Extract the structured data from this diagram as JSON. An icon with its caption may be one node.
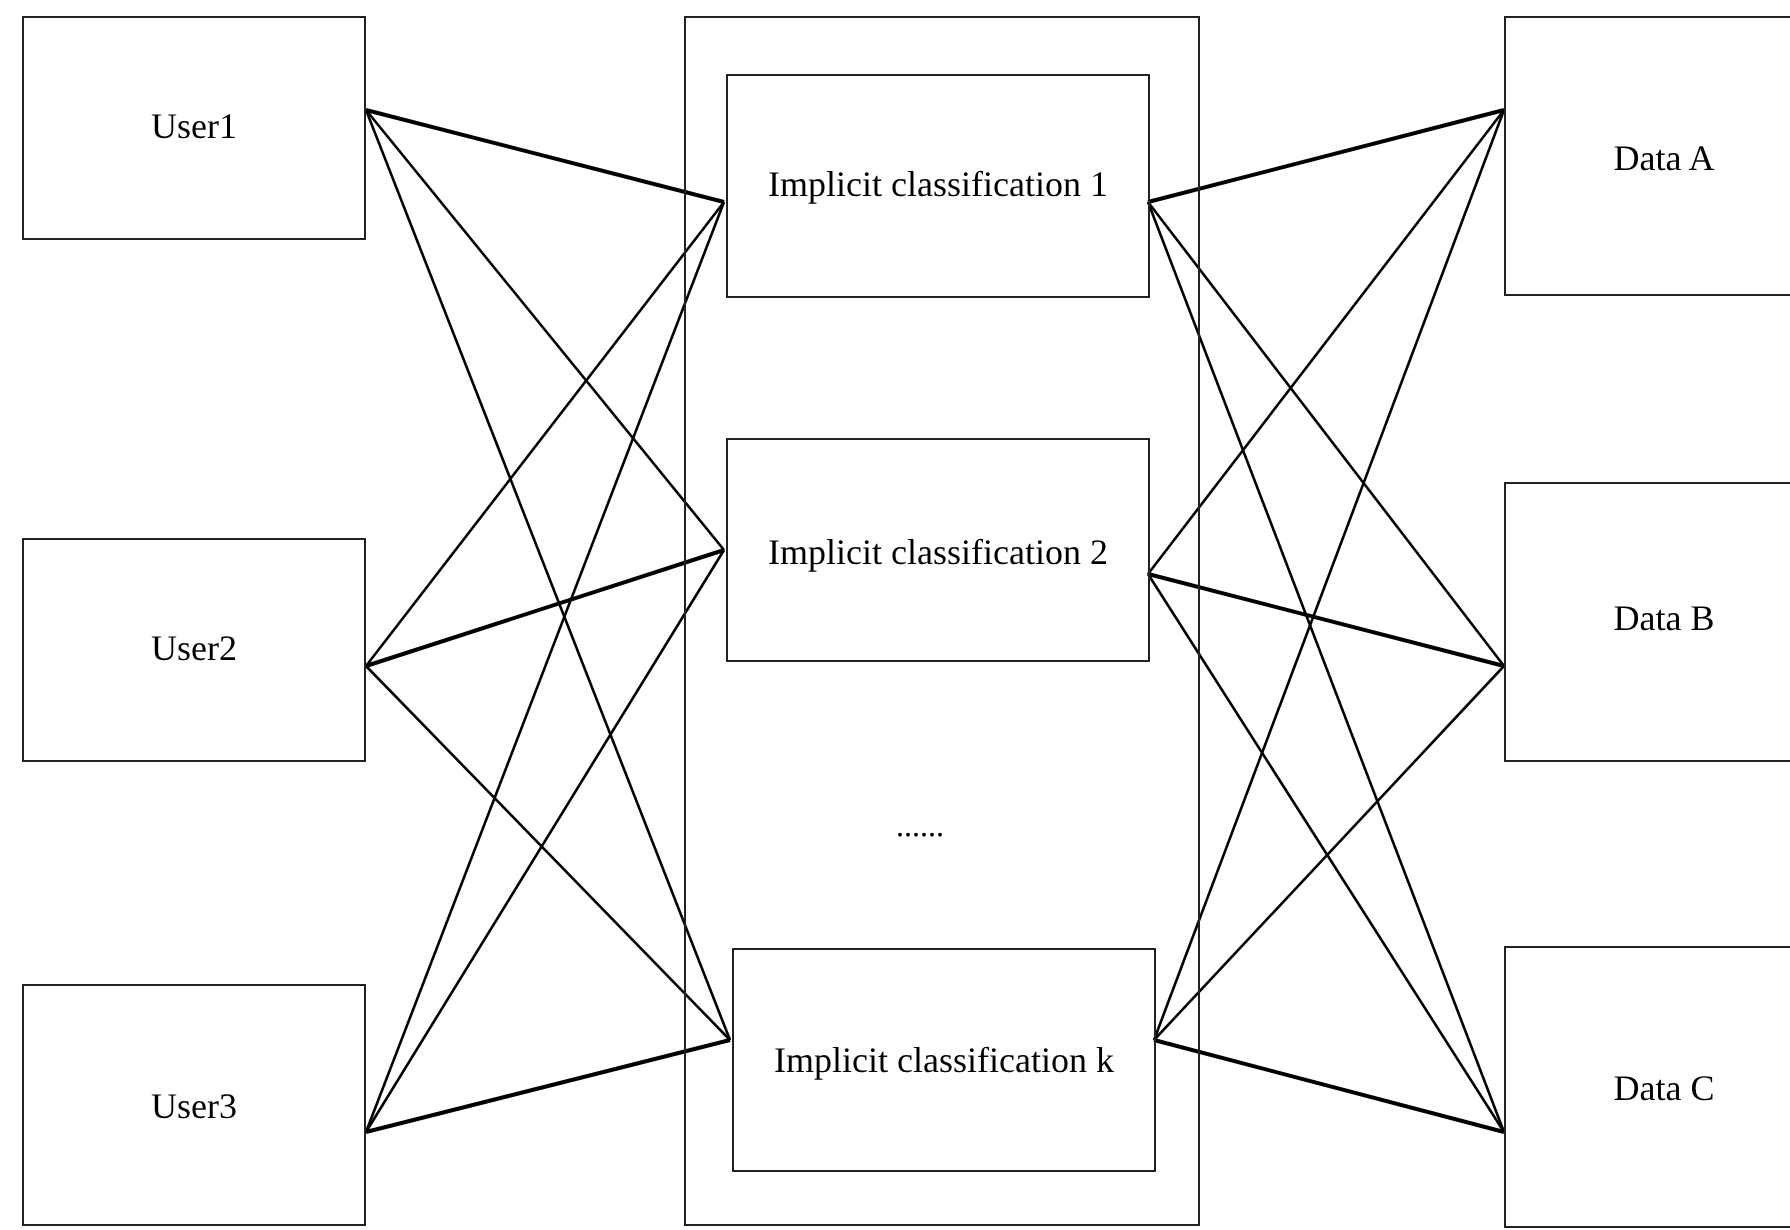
{
  "diagram": {
    "nodes": [
      {
        "text": [
          "User1"
        ]
      },
      {
        "text": [
          "User2"
        ]
      },
      {
        "text": [
          "User3"
        ]
      },
      {
        "text": [],
        "shape": "box"
      },
      {
        "text": [
          "Implicit classification 1"
        ],
        "in": 3
      },
      {
        "text": [
          "Implicit classification 2"
        ],
        "in": 3
      },
      {
        "text": [
          "Implicit classification k"
        ],
        "in": 3
      },
      {
        "text": [
          "Data A"
        ]
      },
      {
        "text": [
          "Data B"
        ]
      },
      {
        "text": [
          "Data C"
        ]
      }
    ],
    "edges": [
      {
        "from": 0,
        "to": 4,
        "arrow": "none"
      },
      {
        "from": 0,
        "to": 5,
        "arrow": "none"
      },
      {
        "from": 0,
        "to": 6,
        "arrow": "none"
      },
      {
        "from": 1,
        "to": 4,
        "arrow": "none"
      },
      {
        "from": 1,
        "to": 5,
        "arrow": "none"
      },
      {
        "from": 1,
        "to": 6,
        "arrow": "none"
      },
      {
        "from": 2,
        "to": 4,
        "arrow": "none"
      },
      {
        "from": 2,
        "to": 5,
        "arrow": "none"
      },
      {
        "from": 2,
        "to": 6,
        "arrow": "none"
      },
      {
        "from": 4,
        "to": 7,
        "arrow": "none"
      },
      {
        "from": 4,
        "to": 8,
        "arrow": "none"
      },
      {
        "from": 4,
        "to": 9,
        "arrow": "none"
      },
      {
        "from": 5,
        "to": 7,
        "arrow": "none"
      },
      {
        "from": 5,
        "to": 8,
        "arrow": "none"
      },
      {
        "from": 5,
        "to": 9,
        "arrow": "none"
      },
      {
        "from": 6,
        "to": 7,
        "arrow": "none"
      },
      {
        "from": 6,
        "to": 8,
        "arrow": "none"
      },
      {
        "from": 6,
        "to": 9,
        "arrow": "none"
      }
    ],
    "labels": [
      "......"
    ]
  }
}
